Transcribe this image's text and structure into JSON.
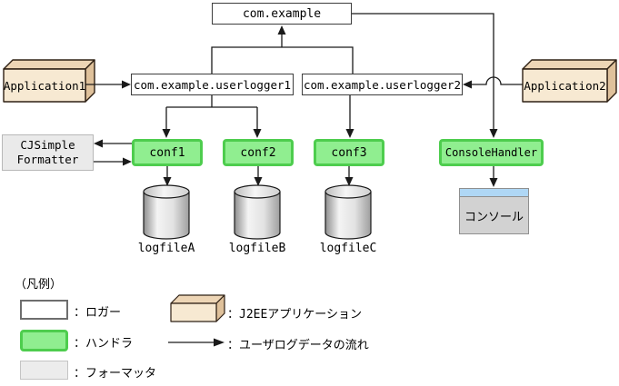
{
  "nodes": {
    "root_logger": "com.example",
    "user_logger1": "com.example.userlogger1",
    "user_logger2": "com.example.userlogger2",
    "application1": "Application1",
    "application2": "Application2",
    "formatter": {
      "line1": "CJSimple",
      "line2": "Formatter"
    },
    "handler1": "conf1",
    "handler2": "conf2",
    "handler3": "conf3",
    "console_handler": "ConsoleHandler",
    "logfile_a": "logfileA",
    "logfile_b": "logfileB",
    "logfile_c": "logfileC",
    "console": "コンソール"
  },
  "legend": {
    "title": "（凡例）",
    "logger_label": "：ロガー",
    "handler_label": "：ハンドラ",
    "formatter_label": "：フォーマッタ",
    "j2ee_label": "：J2EEアプリケーション",
    "flow_label": "：ユーザログデータの流れ"
  },
  "edges": [
    {
      "from": "Application1",
      "to": "com.example.userlogger1"
    },
    {
      "from": "Application2",
      "to": "com.example.userlogger2"
    },
    {
      "from": "com.example.userlogger1",
      "to": "com.example",
      "type": "parent"
    },
    {
      "from": "com.example",
      "to": "ConsoleHandler"
    },
    {
      "from": "com.example.userlogger1",
      "to": "conf1"
    },
    {
      "from": "com.example.userlogger1",
      "to": "conf2"
    },
    {
      "from": "com.example.userlogger2",
      "to": "conf3"
    },
    {
      "from": "conf1",
      "to": "CJSimpleFormatter"
    },
    {
      "from": "CJSimpleFormatter",
      "to": "conf1"
    },
    {
      "from": "conf1",
      "to": "logfileA"
    },
    {
      "from": "conf2",
      "to": "logfileB"
    },
    {
      "from": "conf3",
      "to": "logfileC"
    },
    {
      "from": "ConsoleHandler",
      "to": "コンソール"
    }
  ],
  "colors": {
    "handler_fill": "#90EE90",
    "handler_border": "#4ECD4E",
    "logger_fill": "#FFFFFF",
    "app_front": "#F7E9D2",
    "app_top": "#EDD5B5",
    "app_side": "#DFC19B",
    "formatter_fill": "#EAEAEA",
    "console_titlebar": "#AFD7F5",
    "console_body": "#D2D2D2",
    "line": "#1A1A1A"
  }
}
